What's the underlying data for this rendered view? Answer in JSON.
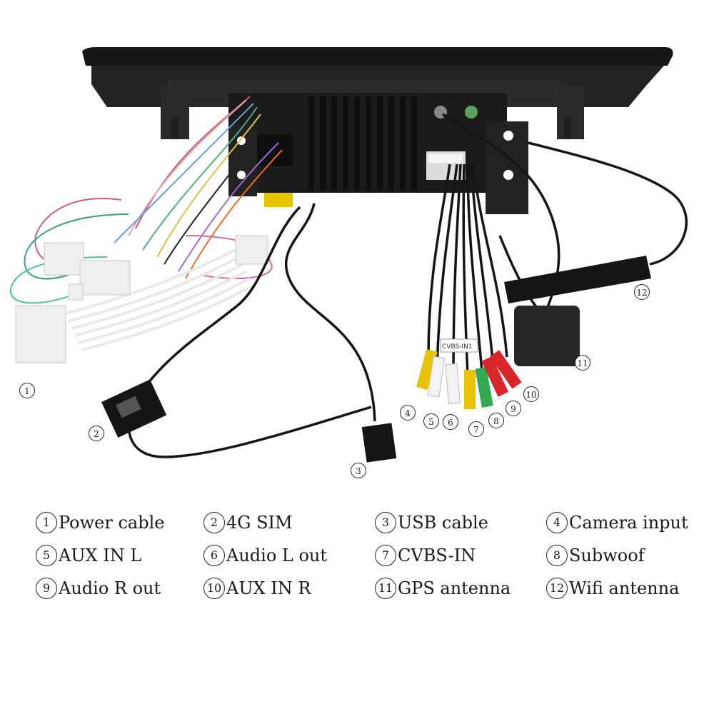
{
  "components": [
    {
      "num": "1",
      "label": "Power cable"
    },
    {
      "num": "2",
      "label": "4G SIM"
    },
    {
      "num": "3",
      "label": "USB cable"
    },
    {
      "num": "4",
      "label": "Camera input"
    },
    {
      "num": "5",
      "label": "AUX IN L"
    },
    {
      "num": "6",
      "label": "Audio L out"
    },
    {
      "num": "7",
      "label": "CVBS-IN"
    },
    {
      "num": "8",
      "label": "Subwoof"
    },
    {
      "num": "9",
      "label": "Audio R out"
    },
    {
      "num": "10",
      "label": "AUX IN R"
    },
    {
      "num": "11",
      "label": "GPS antenna"
    },
    {
      "num": "12",
      "label": "Wifi antenna"
    }
  ],
  "photo_labels": {
    "cvbs_tag": "CVBS-IN1"
  },
  "colors": {
    "unit_body": "#1b1b1b",
    "cable_black": "#151515",
    "rca_yellow": "#e8c400",
    "rca_white": "#f2f2f2",
    "rca_green": "#2fa84f",
    "rca_red": "#d9262b",
    "harness_white": "#eeeeee"
  }
}
